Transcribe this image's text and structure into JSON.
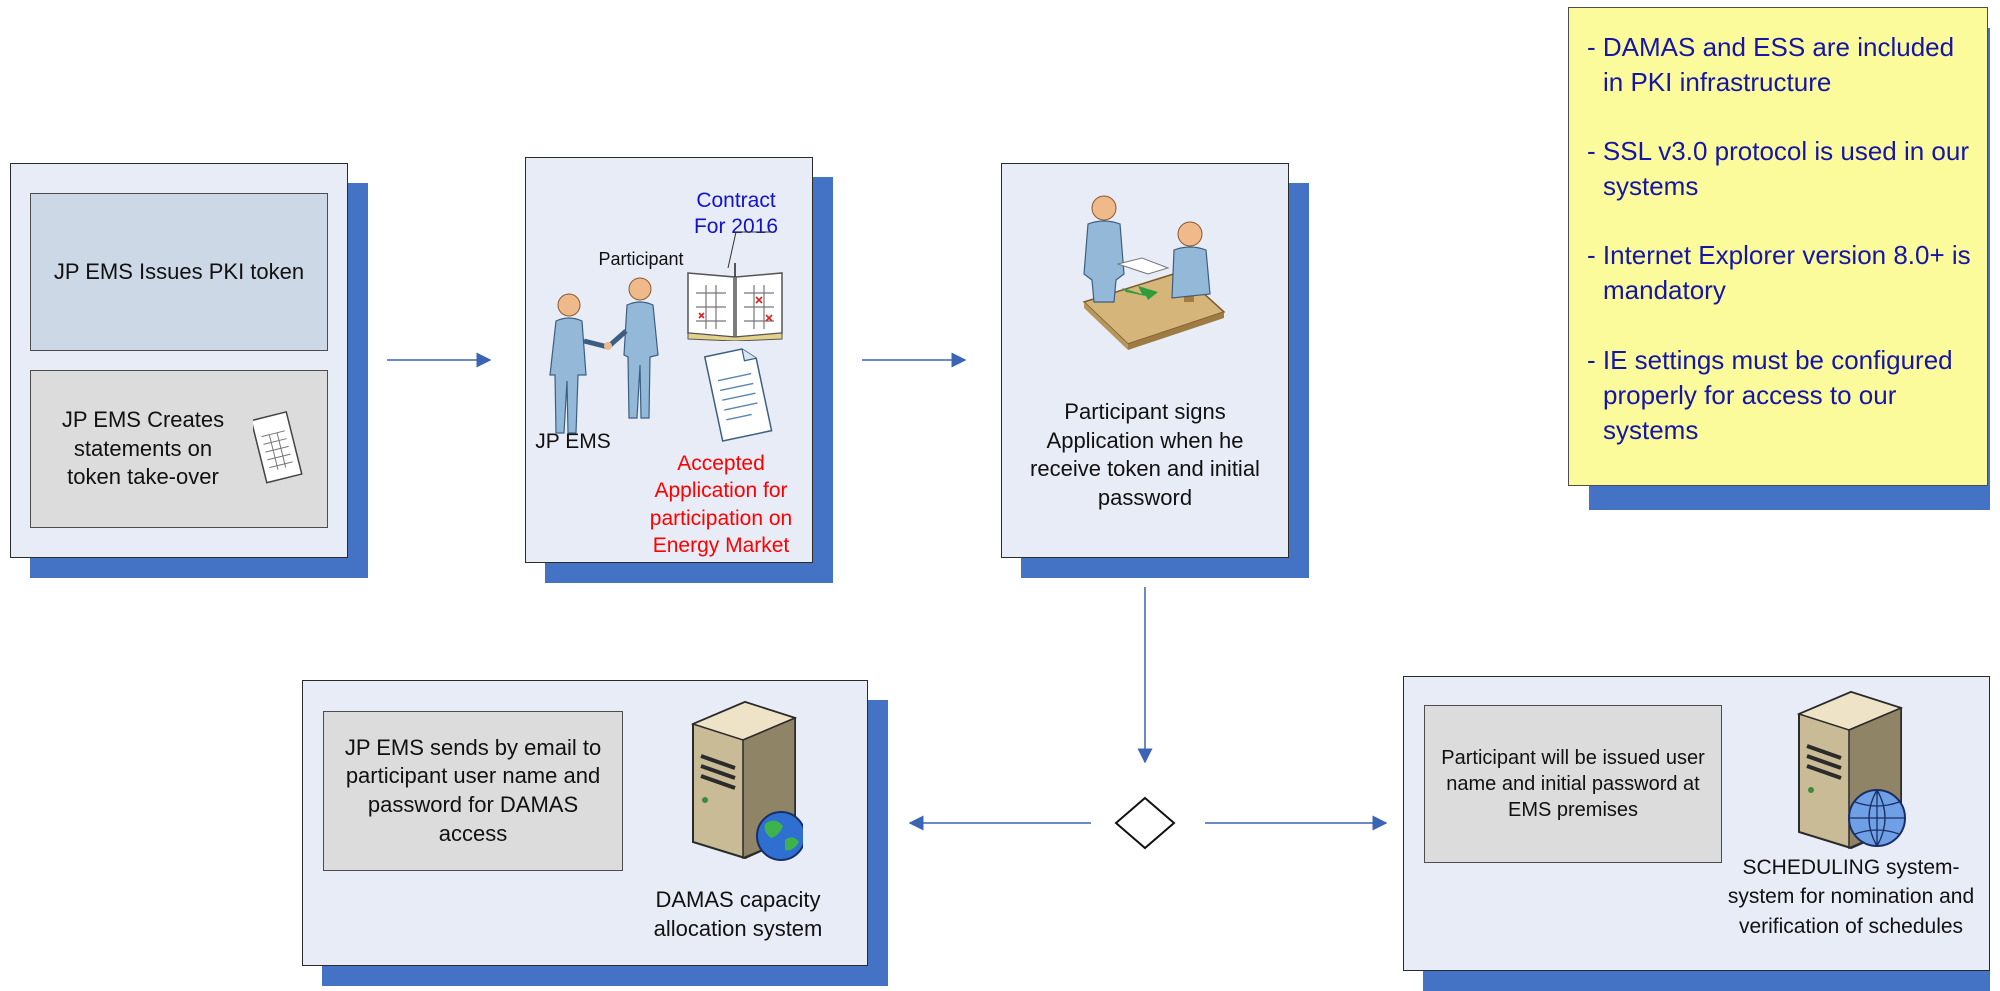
{
  "step1": {
    "token_text": "JP EMS Issues PKI token",
    "statements_text": "JP EMS Creates statements on token take-over"
  },
  "step2": {
    "participant_label": "Participant",
    "jp_ems_label": "JP EMS",
    "contract_label_line1": "Contract",
    "contract_label_line2": "For 2016",
    "accepted_text": "Accepted Application for participation on Energy Market"
  },
  "step3": {
    "caption": "Participant signs Application when he receive token and initial password"
  },
  "damas": {
    "email_text": "JP EMS sends by email to participant user name and password for DAMAS access",
    "system_label": "DAMAS capacity allocation system"
  },
  "scheduling": {
    "issued_text": "Participant will be issued user name and initial password at EMS premises",
    "system_label": "SCHEDULING system-system for nomination and verification of schedules"
  },
  "notes": [
    "- DAMAS and ESS are included in PKI infrastructure",
    "- SSL v3.0 protocol is used in our systems",
    "- Internet Explorer version 8.0+ is mandatory",
    "- IE settings must be configured properly for access to our systems"
  ],
  "colors": {
    "shadow": "#4472c4",
    "panel": "#e7ecf6",
    "note_bg": "#fbfb9c",
    "note_text": "#1515a6",
    "accent_red": "#ff0000",
    "accent_navy": "#1212c8"
  }
}
